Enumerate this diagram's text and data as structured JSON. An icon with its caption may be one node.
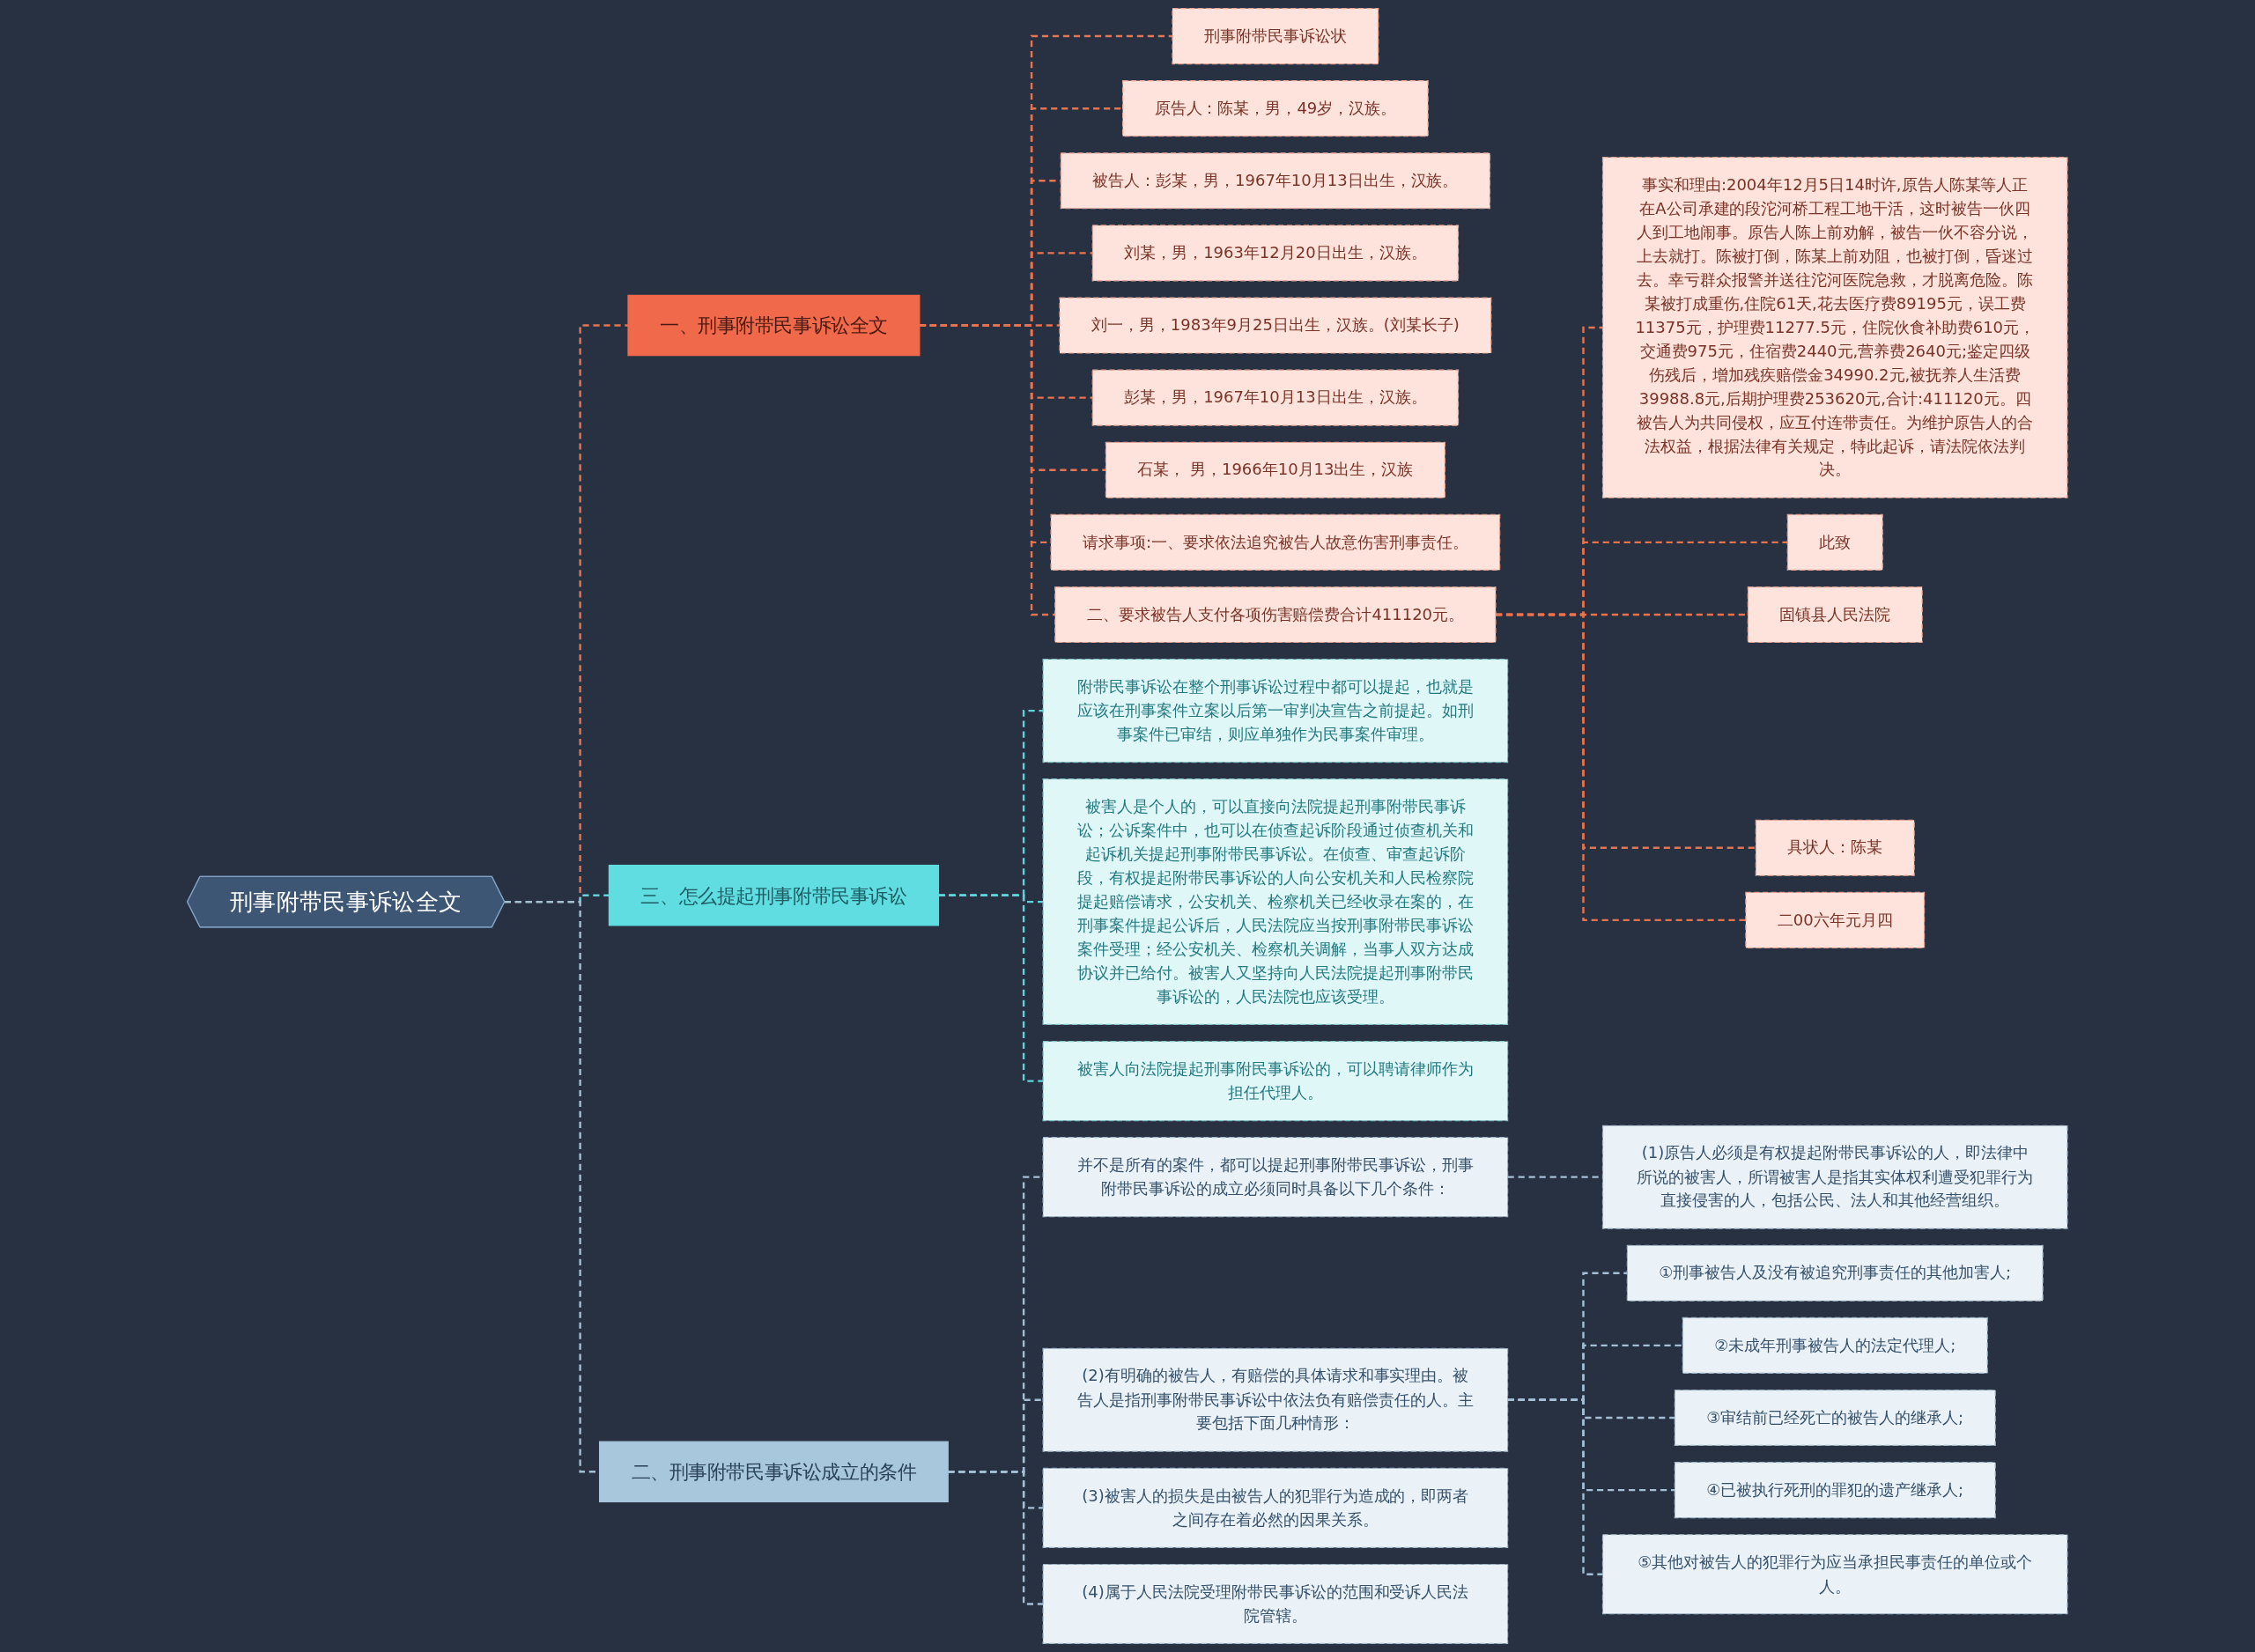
{
  "diagram": {
    "nodes": [
      {
        "text": [
          "刑事附带民事诉讼全文"
        ]
      },
      {
        "text": [
          "一、刑事附带民事诉讼全文"
        ]
      },
      {
        "text": [
          "刑事附带民事诉讼状"
        ]
      },
      {
        "text": [
          "原告人：陈某，男，49岁，汉族。"
        ]
      },
      {
        "text": [
          "被告人：彭某，男，1967年10月13日出生，汉族。"
        ]
      },
      {
        "text": [
          "刘某，男，1963年12月20日出生，汉族。"
        ]
      },
      {
        "text": [
          "刘一，男，1983年9月25日出生，汉族。(刘某长子)"
        ]
      },
      {
        "text": [
          "彭某，男，1967年10月13日出生，汉族。"
        ]
      },
      {
        "text": [
          "石某， 男，1966年10月13出生，汉族"
        ]
      },
      {
        "text": [
          "请求事项:一、要求依法追究被告人故意伤害刑事责任。"
        ]
      },
      {
        "text": [
          "二、要求被告人支付各项伤害赔偿费合计411120元。"
        ]
      },
      {
        "text": [
          "事实和理由:2004年12月5日14时许,原告人陈某等人正在A公司承建的段沱河桥工程工地干活，这时被告一伙四人到工地闹事。原告人陈上前劝解，被告一伙不容分说，上去就打。陈被打倒，陈某上前劝阻，也被打倒，昏迷过去。幸亏群众报警并送往沱河医院急救，才脱离危险。陈某被打成重伤,住院61天,花去医疗费89195元，误工费11375元，护理费11277.5元，住院伙食补助费610元，交通费975元，住宿费2440元,营养费2640元;鉴定四级伤残后，增加残疾赔偿金34990.2元,被抚养人生活费39988.8元,后期护理费253620元,合计:411120元。四被告人为共同侵权，应互付连带责任。为维护原告人的合法权益，根据法律有关规定，特此起诉，请法院依法判决。"
        ]
      },
      {
        "text": [
          "此致"
        ]
      },
      {
        "text": [
          "固镇县人民法院"
        ]
      },
      {
        "text": [
          "具状人：陈某"
        ]
      },
      {
        "text": [
          "二00六年元月四"
        ]
      },
      {
        "text": [
          "三、怎么提起刑事附带民事诉讼"
        ]
      },
      {
        "text": [
          "附带民事诉讼在整个刑事诉讼过程中都可以提起，也就是应该在刑事案件立案以后第一审判决宣告之前提起。如刑事案件已审结，则应单独作为民事案件审理。"
        ]
      },
      {
        "text": [
          "被害人是个人的，可以直接向法院提起刑事附带民事诉讼；公诉案件中，也可以在侦查起诉阶段通过侦查机关和起诉机关提起刑事附带民事诉讼。在侦查、审查起诉阶段，有权提起附带民事诉讼的人向公安机关和人民检察院提起赔偿请求，公安机关、检察机关已经收录在案的，在刑事案件提起公诉后，人民法院应当按刑事附带民事诉讼案件受理；经公安机关、检察机关调解，当事人双方达成协议并已给付。被害人又坚持向人民法院提起刑事附带民事诉讼的，人民法院也应该受理。"
        ]
      },
      {
        "text": [
          "被害人向法院提起刑事附民事诉讼的，可以聘请律师作为担任代理人。"
        ]
      },
      {
        "text": [
          "二、刑事附带民事诉讼成立的条件"
        ]
      },
      {
        "text": [
          "并不是所有的案件，都可以提起刑事附带民事诉讼，刑事附带民事诉讼的成立必须同时具备以下几个条件："
        ]
      },
      {
        "text": [
          "(1)原告人必须是有权提起附带民事诉讼的人，即法律中所说的被害人，所谓被害人是指其实体权利遭受犯罪行为直接侵害的人，包括公民、法人和其他经营组织。"
        ]
      },
      {
        "text": [
          "(2)有明确的被告人，有赔偿的具体请求和事实理由。被告人是指刑事附带民事诉讼中依法负有赔偿责任的人。主要包括下面几种情形："
        ]
      },
      {
        "text": [
          "①刑事被告人及没有被追究刑事责任的其他加害人;"
        ]
      },
      {
        "text": [
          "②未成年刑事被告人的法定代理人;"
        ]
      },
      {
        "text": [
          "③审结前已经死亡的被告人的继承人;"
        ]
      },
      {
        "text": [
          "④已被执行死刑的罪犯的遗产继承人;"
        ]
      },
      {
        "text": [
          "⑤其他对被告人的犯罪行为应当承担民事责任的单位或个人。"
        ]
      },
      {
        "text": [
          "(3)被害人的损失是由被告人的犯罪行为造成的，即两者之间存在着必然的因果关系。"
        ]
      },
      {
        "text": [
          "(4)属于人民法院受理附带民事诉讼的范围和受诉人民法院管辖。"
        ]
      }
    ],
    "edges": [
      {
        "from": 0,
        "to": 1,
        "arrow": "none",
        "style": "dashed"
      },
      {
        "from": 1,
        "to": 2,
        "arrow": "none",
        "style": "dashed"
      },
      {
        "from": 1,
        "to": 3,
        "arrow": "none",
        "style": "dashed"
      },
      {
        "from": 1,
        "to": 4,
        "arrow": "none",
        "style": "dashed"
      },
      {
        "from": 1,
        "to": 5,
        "arrow": "none",
        "style": "dashed"
      },
      {
        "from": 1,
        "to": 6,
        "arrow": "none",
        "style": "dashed"
      },
      {
        "from": 1,
        "to": 7,
        "arrow": "none",
        "style": "dashed"
      },
      {
        "from": 1,
        "to": 8,
        "arrow": "none",
        "style": "dashed"
      },
      {
        "from": 1,
        "to": 9,
        "arrow": "none",
        "style": "dashed"
      },
      {
        "from": 1,
        "to": 10,
        "arrow": "none",
        "style": "dashed"
      },
      {
        "from": 10,
        "to": 11,
        "arrow": "none",
        "style": "dashed"
      },
      {
        "from": 10,
        "to": 12,
        "arrow": "none",
        "style": "dashed"
      },
      {
        "from": 10,
        "to": 13,
        "arrow": "none",
        "style": "dashed"
      },
      {
        "from": 10,
        "to": 14,
        "arrow": "none",
        "style": "dashed"
      },
      {
        "from": 10,
        "to": 15,
        "arrow": "none",
        "style": "dashed"
      },
      {
        "from": 0,
        "to": 16,
        "arrow": "none",
        "style": "dashed",
        "color": "#5fd3d8"
      },
      {
        "from": 16,
        "to": 17,
        "arrow": "none",
        "style": "dashed",
        "color": "#5fd3d8"
      },
      {
        "from": 16,
        "to": 18,
        "arrow": "none",
        "style": "dashed",
        "color": "#5fd3d8"
      },
      {
        "from": 16,
        "to": 19,
        "arrow": "none",
        "style": "dashed",
        "color": "#5fd3d8"
      },
      {
        "from": 0,
        "to": 20,
        "arrow": "none",
        "style": "dashed",
        "color": "#a3bfd6"
      },
      {
        "from": 20,
        "to": 21,
        "arrow": "none",
        "style": "dashed",
        "color": "#a3bfd6"
      },
      {
        "from": 21,
        "to": 22,
        "arrow": "none",
        "style": "dashed",
        "color": "#a3bfd6"
      },
      {
        "from": 20,
        "to": 23,
        "arrow": "none",
        "style": "dashed",
        "color": "#a3bfd6"
      },
      {
        "from": 23,
        "to": 24,
        "arrow": "none",
        "style": "dashed",
        "color": "#a3bfd6"
      },
      {
        "from": 23,
        "to": 25,
        "arrow": "none",
        "style": "dashed",
        "color": "#a3bfd6"
      },
      {
        "from": 23,
        "to": 26,
        "arrow": "none",
        "style": "dashed",
        "color": "#a3bfd6"
      },
      {
        "from": 23,
        "to": 27,
        "arrow": "none",
        "style": "dashed",
        "color": "#a3bfd6"
      },
      {
        "from": 23,
        "to": 28,
        "arrow": "none",
        "style": "dashed",
        "color": "#a3bfd6"
      },
      {
        "from": 20,
        "to": 29,
        "arrow": "none",
        "style": "dashed",
        "color": "#a3bfd6"
      },
      {
        "from": 20,
        "to": 30,
        "arrow": "none",
        "style": "dashed",
        "color": "#a3bfd6"
      }
    ]
  }
}
